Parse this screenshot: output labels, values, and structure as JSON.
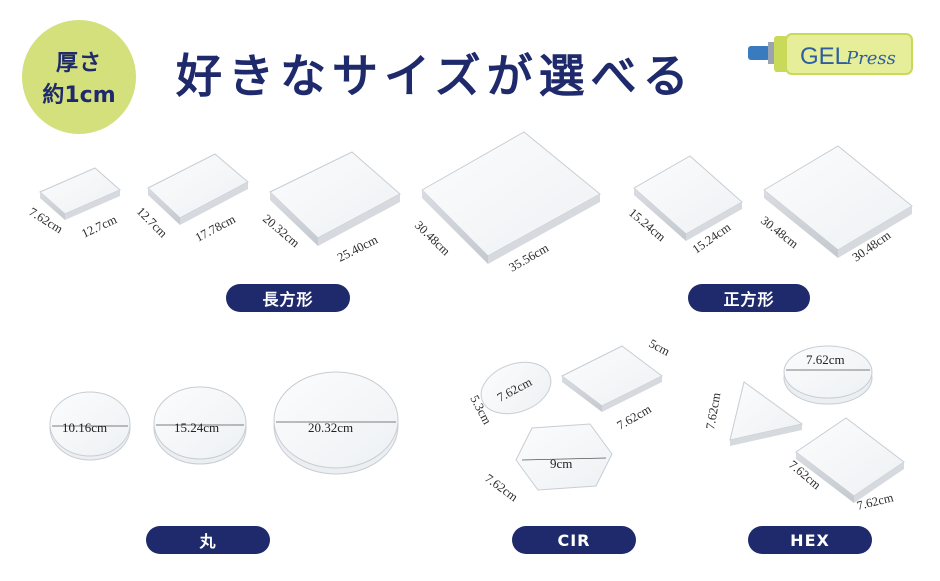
{
  "badge": {
    "line1": "厚さ",
    "line2": "約1cm"
  },
  "headline": "好きなサイズが選べる",
  "logo": {
    "text_gel": "GEL",
    "text_press": "Press"
  },
  "categories": {
    "rectangle": "長方形",
    "square": "正方形",
    "circle": "丸",
    "cir": "CIR",
    "hex": "HEX"
  },
  "rectangles": [
    {
      "side": "7.62cm",
      "length": "12.7cm"
    },
    {
      "side": "12.7cm",
      "length": "17.78cm"
    },
    {
      "side": "20.32cm",
      "length": "25.40cm"
    },
    {
      "side": "30.48cm",
      "length": "35.56cm"
    }
  ],
  "squares": [
    {
      "side": "15.24cm",
      "length": "15.24cm"
    },
    {
      "side": "30.48cm",
      "length": "30.48cm"
    }
  ],
  "circles": [
    "10.16cm",
    "15.24cm",
    "20.32cm"
  ],
  "cir_set": {
    "oval": "7.62cm",
    "oval_side": "5.3cm",
    "rect_short": "5cm",
    "rect_long": "7.62cm",
    "hex_width": "9cm",
    "hex_side": "7.62cm"
  },
  "hex_set": {
    "circle": "7.62cm",
    "triangle": "7.62cm",
    "square_side": "7.62cm",
    "square_bottom": "7.62cm"
  },
  "colors": {
    "navy": "#1e2a6b",
    "lime": "#d4e07c"
  }
}
